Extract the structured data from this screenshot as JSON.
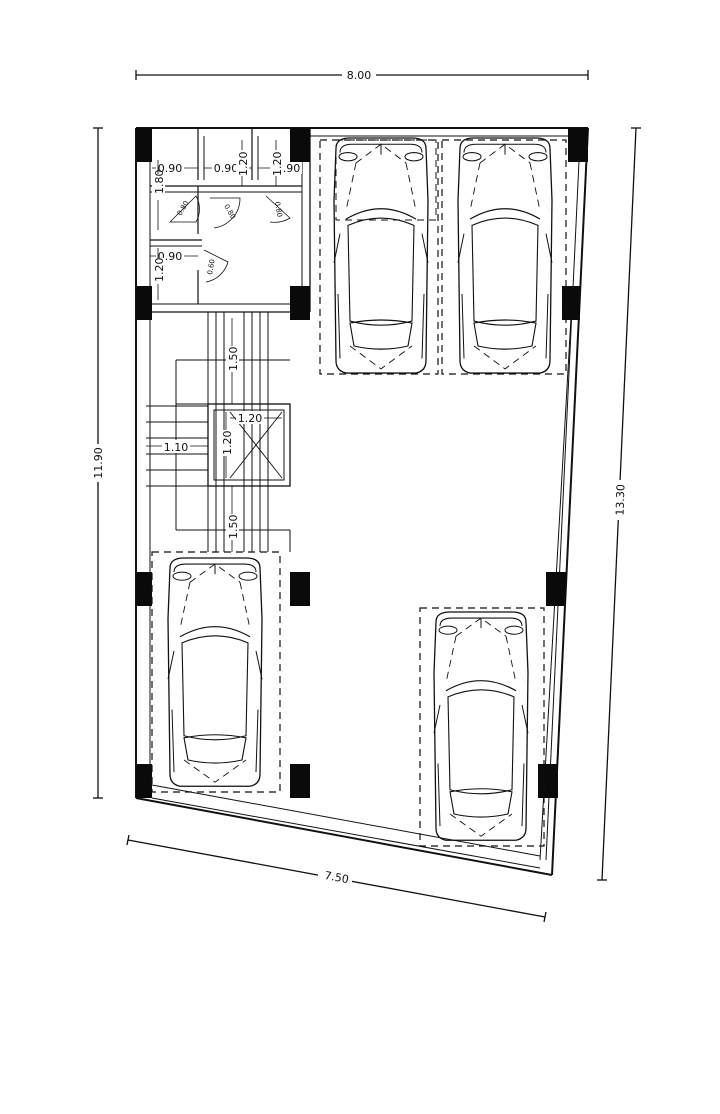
{
  "dimensions": {
    "top_width": "8.00",
    "bottom_width": "7.50",
    "left_height": "11.90",
    "right_height": "13.30"
  },
  "interior_dims": {
    "bath1_width": "0.90",
    "bath2_width": "0.90",
    "bath3_width": "0.90",
    "bath_depth_1": "1.20",
    "bath_depth_2": "1.20",
    "toilet_depth": "1.80",
    "lower_bath_width": "0.90",
    "lower_bath_depth": "1.20",
    "stair_upper": "1.50",
    "stair_lower": "1.50",
    "stair_width": "1.10",
    "elevator_width": "1.20",
    "elevator_depth": "1.20"
  },
  "door_labels": [
    "0.80",
    "0.80",
    "0.80",
    "0.60"
  ],
  "cars": [
    "car-1",
    "car-2",
    "car-3",
    "car-4"
  ]
}
